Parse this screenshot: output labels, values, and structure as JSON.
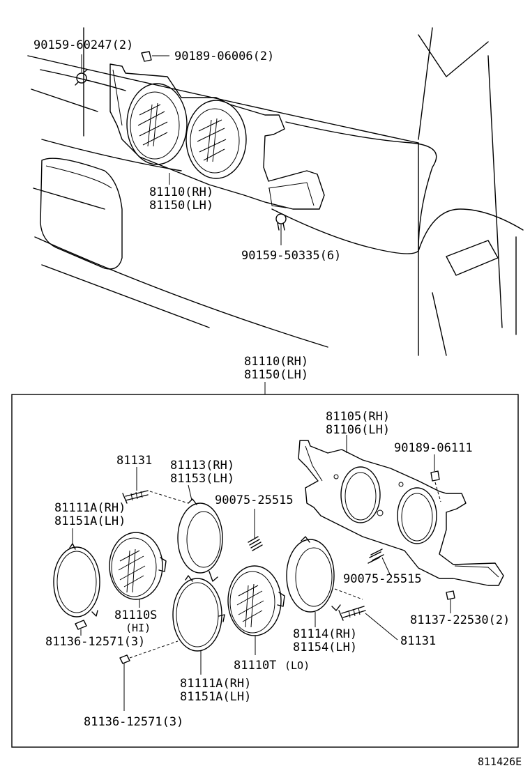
{
  "diagram_id": "811426E",
  "upper_view": {
    "labels": {
      "bolt_upper": "90159-60247(2)",
      "clip_upper": "90189-06006(2)",
      "assy_rh": "81110(RH)",
      "assy_lh": "81150(LH)",
      "bolt_lower": "90159-50335(6)"
    }
  },
  "exploded_view": {
    "header_rh": "81110(RH)",
    "header_lh": "81150(LH)",
    "labels": {
      "housing_rh": "81105(RH)",
      "housing_lh": "81106(LH)",
      "clip_housing": "90189-06111",
      "adjust_screw_top": "81131",
      "mount_ring_rh": "81113(RH)",
      "mount_ring_lh": "81153(LH)",
      "spring_top": "90075-25515",
      "retainer_rh": "81111A(RH)",
      "retainer_lh": "81151A(LH)",
      "spring_right": "90075-25515",
      "lamp_hi": "81110S",
      "lamp_hi_note": "(HI)",
      "screw_left": "81136-12571(3)",
      "mount_ring2_rh": "81114(RH)",
      "mount_ring2_lh": "81154(LH)",
      "adjust_screw_right": "81131",
      "nut_right": "81137-22530(2)",
      "lamp_lo": "81110T",
      "lamp_lo_note": "(LO)",
      "retainer2_rh": "81111A(RH)",
      "retainer2_lh": "81151A(LH)",
      "screw_bottom": "81136-12571(3)"
    }
  }
}
